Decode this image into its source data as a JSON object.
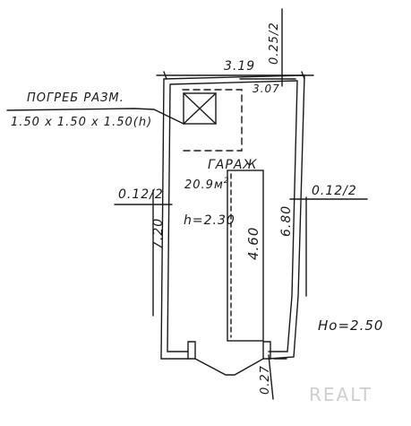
{
  "plan": {
    "cellar_label": "ПОГРЕБ РАЗМ.",
    "cellar_size": "1.50 x 1.50 x 1.50(h)",
    "room_name": "ГАРАЖ",
    "room_area": "20.9м",
    "room_area_sup": "2",
    "room_height": "h=2.30",
    "dim_top_outer": "3.19",
    "dim_top_inner": "3.07",
    "dim_top_wall": "0.25/2",
    "dim_left_wall": "0.12/2",
    "dim_right_wall": "0.12/2",
    "dim_left_len": "7.20",
    "dim_right_len": "6.80",
    "dim_middle_len": "4.60",
    "dim_door": "0.27",
    "floor_height": "Hо=2.50"
  },
  "watermark": "REALT",
  "colors": {
    "ink": "#1a1a1a",
    "paper": "#ffffff",
    "watermark": "#cfcfcf"
  }
}
